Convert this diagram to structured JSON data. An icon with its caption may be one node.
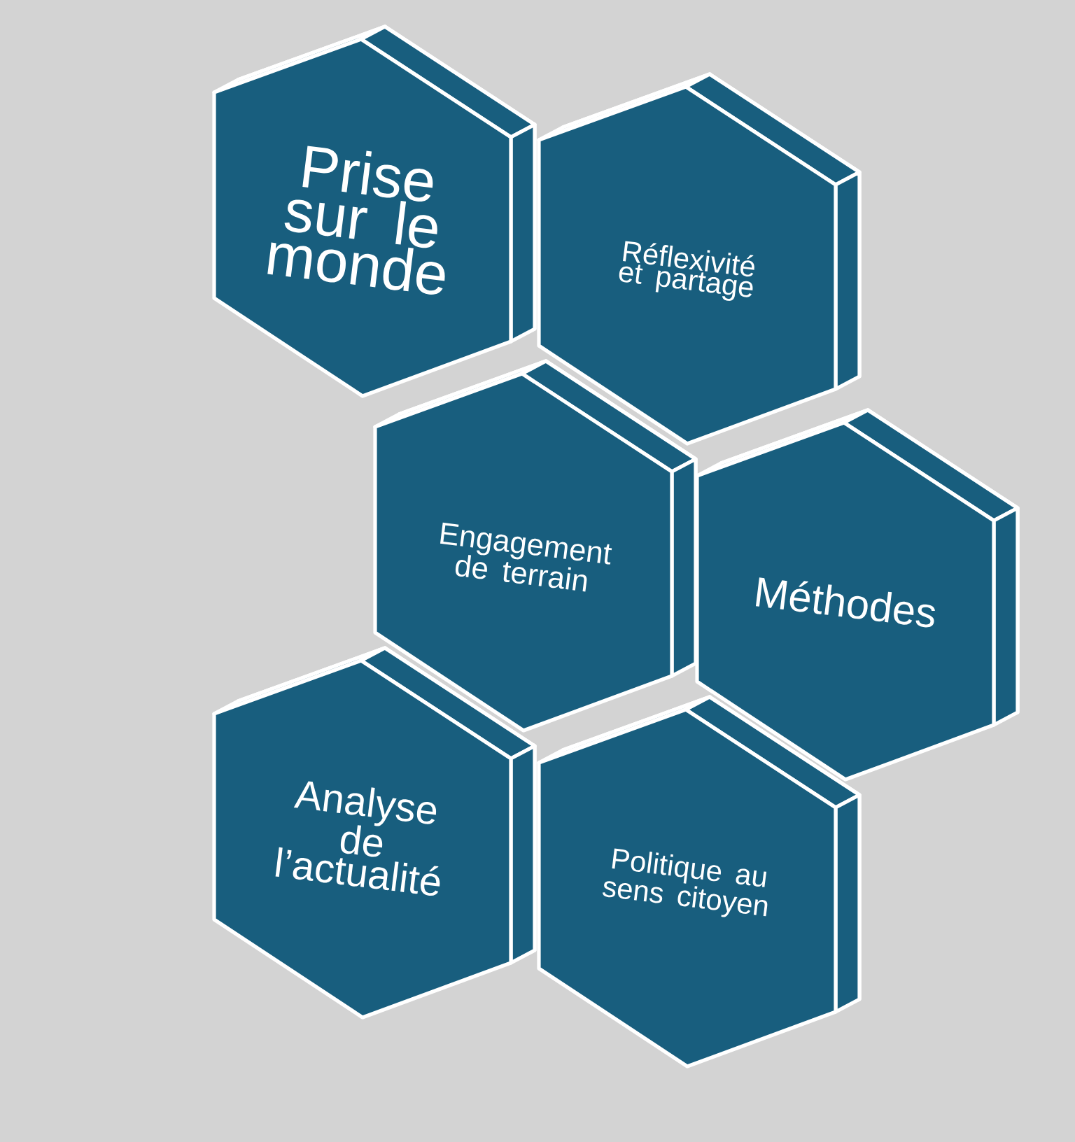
{
  "diagram": {
    "nodes": [
      {
        "text": [
          "Prise sur le monde"
        ]
      },
      {
        "text": [
          "Réflexivité et partage"
        ]
      },
      {
        "text": [
          "Engagement de terrain"
        ]
      },
      {
        "text": [
          "Méthodes"
        ]
      },
      {
        "text": [
          "Analyse de l’actualité"
        ]
      },
      {
        "text": [
          "Politique au sens citoyen"
        ]
      }
    ]
  }
}
